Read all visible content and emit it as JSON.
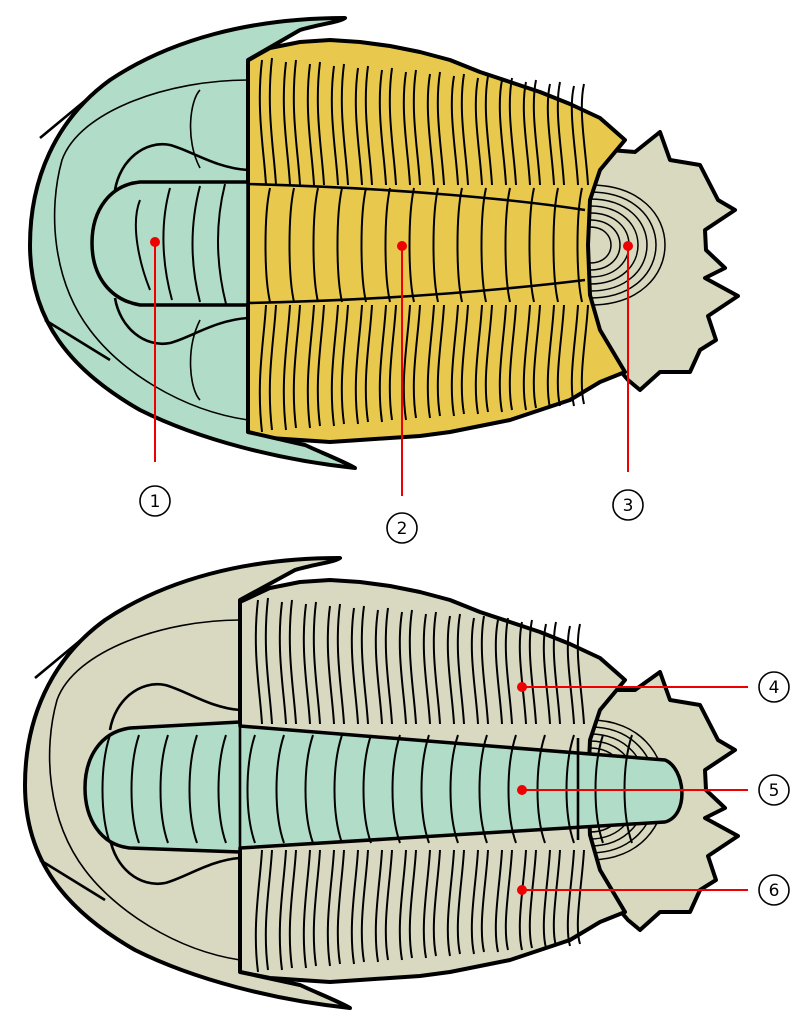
{
  "colors": {
    "background": "#ffffff",
    "outline": "#000000",
    "cephalon_green": "#b0dcc8",
    "thorax_yellow": "#e8c94e",
    "pygidium_beige": "#d9d9bf",
    "pleura_beige": "#d8d9c0",
    "axis_green": "#b0dcc8",
    "callout_red": "#ee0000"
  },
  "top_figure": {
    "labels": [
      {
        "num": "1",
        "part": "cephalon-icon"
      },
      {
        "num": "2",
        "part": "thorax-icon"
      },
      {
        "num": "3",
        "part": "pygidium-icon"
      }
    ]
  },
  "bottom_figure": {
    "labels": [
      {
        "num": "4",
        "part": "right-pleural-lobe-icon"
      },
      {
        "num": "5",
        "part": "axial-lobe-icon"
      },
      {
        "num": "6",
        "part": "left-pleural-lobe-icon"
      }
    ]
  }
}
